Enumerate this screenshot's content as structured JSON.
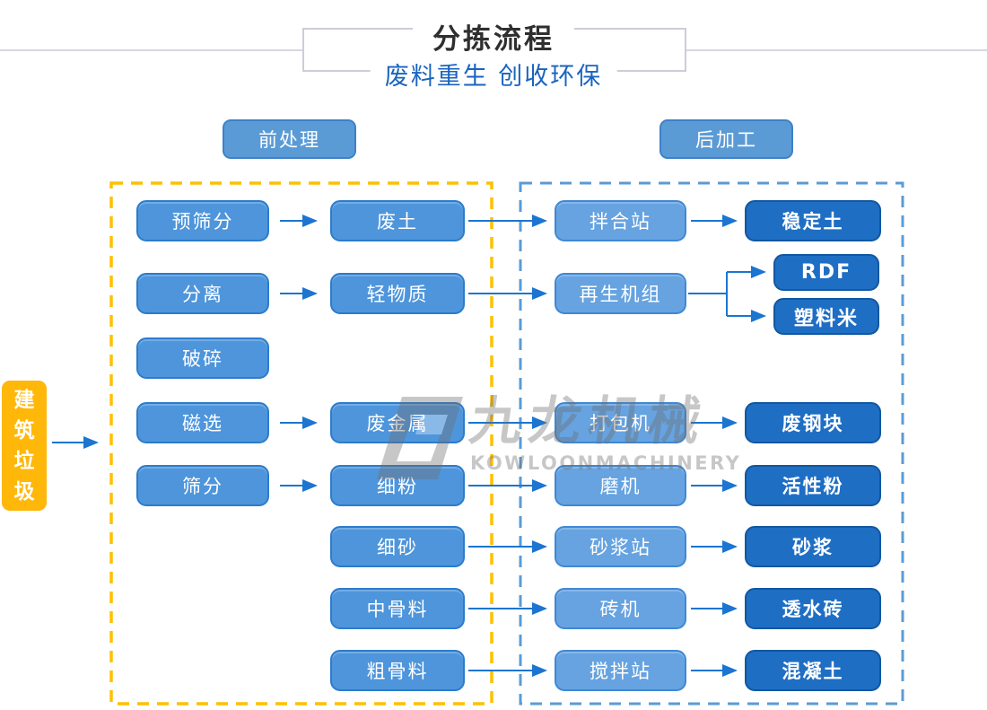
{
  "title": {
    "main": "分拣流程",
    "subtitle": "废料重生 创收环保"
  },
  "sections": {
    "pre": "前处理",
    "post": "后加工"
  },
  "source_label": "建筑垃圾",
  "watermark": {
    "cn": "九龙机械",
    "en": "KOWLOONMACHINERY"
  },
  "colors": {
    "process_blue": "#4e95db",
    "station_blue": "#66a3e0",
    "product_blue": "#1e6ec4",
    "chip_blue": "#5b9bd5",
    "gold": "#ffb70a",
    "dash_yellow": "#ffc000",
    "dash_blue": "#5b9bd5",
    "arrow_blue": "#1b75d1",
    "subtitle_blue": "#1a64be",
    "title_dark": "#2f2f2f"
  },
  "flow": {
    "col1": [
      "预筛分",
      "分离",
      "破碎",
      "磁选",
      "筛分"
    ],
    "col2": [
      "废土",
      "轻物质",
      "废金属",
      "细粉",
      "细砂",
      "中骨料",
      "粗骨料"
    ],
    "col3": [
      "拌合站",
      "再生机组",
      "打包机",
      "磨机",
      "砂浆站",
      "砖机",
      "搅拌站"
    ],
    "col4": [
      "稳定土",
      "RDF",
      "塑料米",
      "废钢块",
      "活性粉",
      "砂浆",
      "透水砖",
      "混凝土"
    ]
  }
}
